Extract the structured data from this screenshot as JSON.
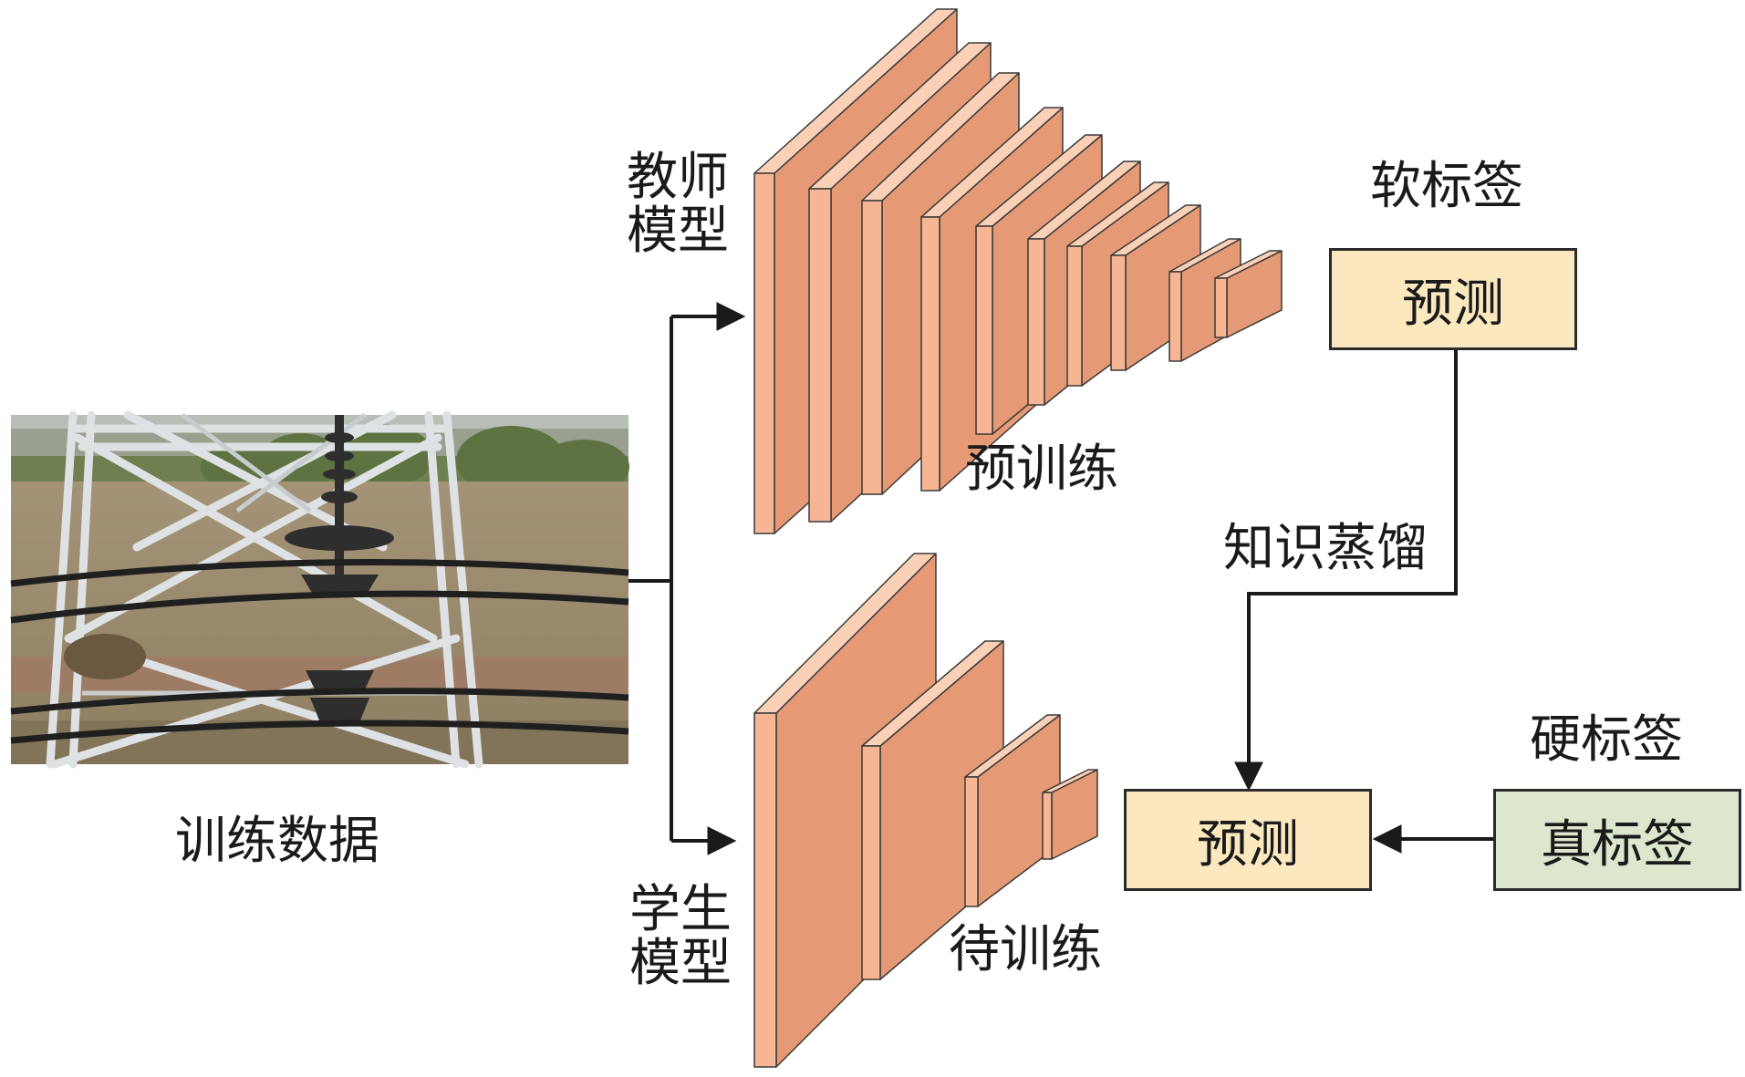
{
  "colors": {
    "layer_front": "#f6b593",
    "layer_top": "#fad0b6",
    "layer_side": "#e59a75",
    "layer_edge": "#3a3a3a",
    "prediction_box": "#fbe8bf",
    "true_label_box": "#dce7cd",
    "arrow": "#1a1a1a"
  },
  "training_data": {
    "label": "训练数据",
    "photo_icon": "transmission-tower-photo"
  },
  "teacher": {
    "model_line1": "教师",
    "model_line2": "模型",
    "stage_label": "预训练",
    "soft_label_title": "软标签",
    "prediction_label": "预测"
  },
  "student": {
    "model_line1": "学生",
    "model_line2": "模型",
    "stage_label": "待训练",
    "prediction_label": "预测"
  },
  "distillation_label": "知识蒸馏",
  "hard_label": {
    "title": "硬标签",
    "box_label": "真标签"
  }
}
